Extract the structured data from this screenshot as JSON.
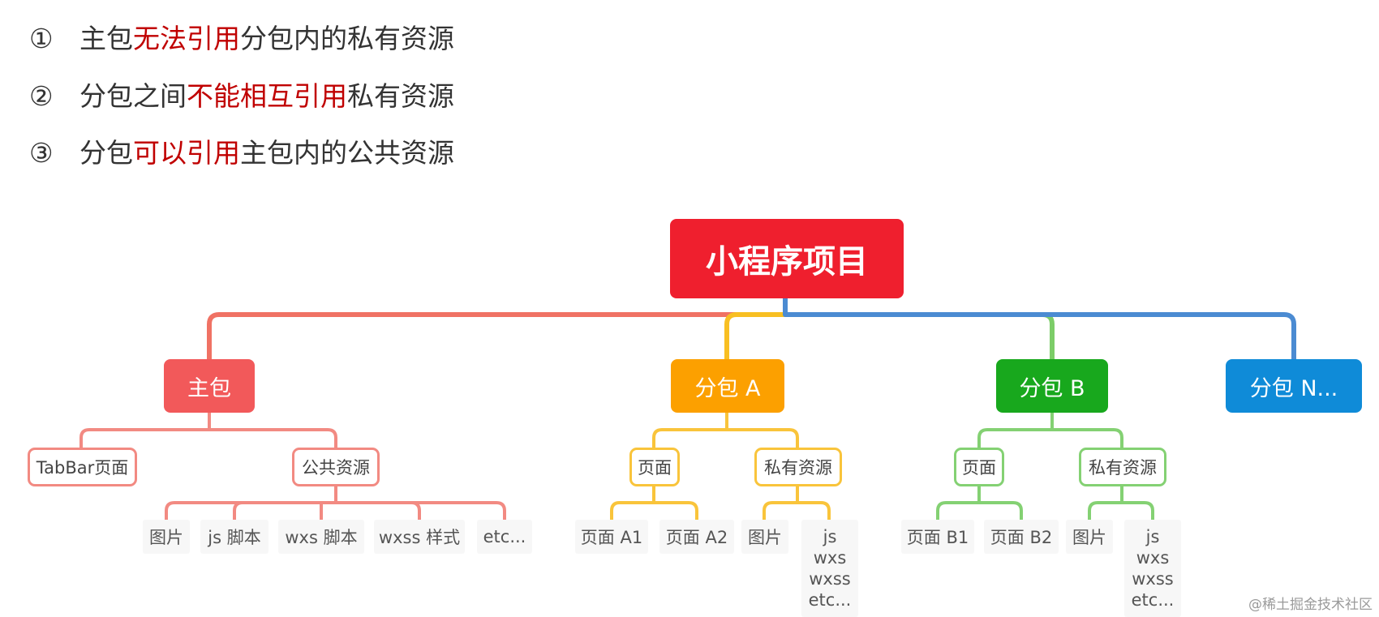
{
  "rules": [
    {
      "num": "①",
      "parts": [
        {
          "text": "主包",
          "hl": false
        },
        {
          "text": "无法引用",
          "hl": true
        },
        {
          "text": "分包内的私有资源",
          "hl": false
        }
      ]
    },
    {
      "num": "②",
      "parts": [
        {
          "text": "分包之间",
          "hl": false
        },
        {
          "text": "不能相互引用",
          "hl": true
        },
        {
          "text": "私有资源",
          "hl": false
        }
      ]
    },
    {
      "num": "③",
      "parts": [
        {
          "text": "分包",
          "hl": false
        },
        {
          "text": "可以引用",
          "hl": true
        },
        {
          "text": "主包内的公共资源",
          "hl": false
        }
      ]
    }
  ],
  "diagram": {
    "root": "小程序项目",
    "branches": {
      "main": {
        "label": "主包",
        "color": "#f2595a",
        "line_color": "#f07264",
        "children": {
          "tabbar": "TabBar页面",
          "public": {
            "label": "公共资源",
            "leaves": [
              "图片",
              "js 脚本",
              "wxs 脚本",
              "wxss 样式",
              "etc..."
            ]
          }
        }
      },
      "a": {
        "label": "分包 A",
        "color": "#fca000",
        "line_color": "#f8bf22",
        "children": {
          "pages": {
            "label": "页面",
            "leaves": [
              "页面 A1",
              "页面 A2"
            ]
          },
          "private": {
            "label": "私有资源",
            "leaves": [
              "图片",
              [
                "js",
                "wxs",
                "wxss",
                "etc..."
              ]
            ]
          }
        }
      },
      "b": {
        "label": "分包 B",
        "color": "#18a81d",
        "line_color": "#7ccd68",
        "children": {
          "pages": {
            "label": "页面",
            "leaves": [
              "页面 B1",
              "页面 B2"
            ]
          },
          "private": {
            "label": "私有资源",
            "leaves": [
              "图片",
              [
                "js",
                "wxs",
                "wxss",
                "etc..."
              ]
            ]
          }
        }
      },
      "n": {
        "label": "分包 N...",
        "color": "#0f8bd8",
        "line_color": "#4b8bd2"
      }
    }
  },
  "watermark": "@稀土掘金技术社区"
}
